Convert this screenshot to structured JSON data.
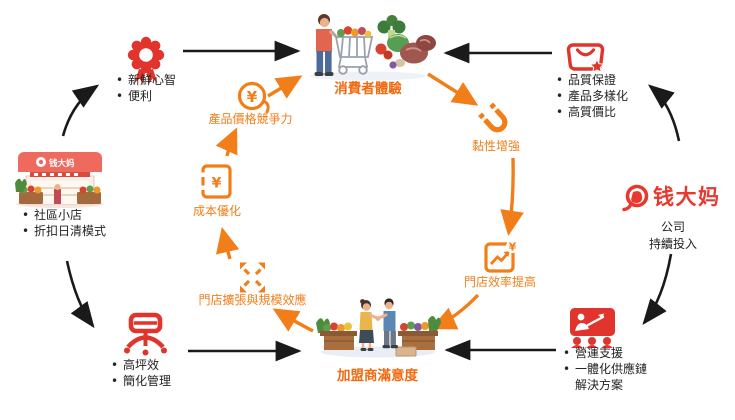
{
  "colors": {
    "brand_red": "#E0342C",
    "accent_orange": "#F27E19",
    "text_black": "#232323"
  },
  "currency": "¥",
  "center_top": {
    "label": "消費者體驗"
  },
  "center_bottom": {
    "label": "加盟商滿意度"
  },
  "inner": {
    "price": {
      "label": "產品價格競爭力"
    },
    "cost": {
      "label": "成本優化"
    },
    "expand": {
      "label": "門店擴張與規模效應"
    },
    "sticky": {
      "label": "黏性增強"
    },
    "efficiency": {
      "label": "門店效率提高"
    }
  },
  "outer": {
    "fresh": {
      "items": [
        "新鮮心智",
        "便利"
      ]
    },
    "quality": {
      "items": [
        "品質保證",
        "產品多樣化",
        "高質價比"
      ]
    },
    "store": {
      "sign": "钱大妈",
      "items": [
        "社區小店",
        "折扣日清模式"
      ]
    },
    "company": {
      "logo_text": "钱大妈",
      "lines": [
        "公司",
        "持續投入"
      ]
    },
    "floor": {
      "items": [
        "高坪效",
        "簡化管理"
      ]
    },
    "support": {
      "items": [
        "營運支援",
        "一體化供應鏈",
        "解決方案"
      ]
    }
  }
}
